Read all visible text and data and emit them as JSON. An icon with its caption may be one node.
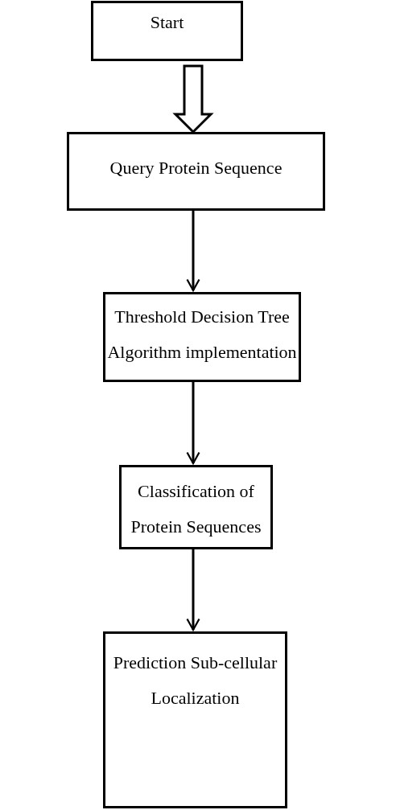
{
  "diagram": {
    "nodes": [
      {
        "text": [
          "Start"
        ]
      },
      {
        "text": [
          "Query Protein Sequence"
        ]
      },
      {
        "text": [
          "Threshold Decision Tree Algorithm implementation"
        ]
      },
      {
        "text": [
          "Classification of Protein Sequences"
        ]
      },
      {
        "text": [
          "Prediction Sub-cellular Localization"
        ]
      }
    ],
    "edges": [
      {
        "from": 0,
        "to": 1,
        "arrow": "to",
        "style": "thick"
      },
      {
        "from": 1,
        "to": 2,
        "arrow": "to"
      },
      {
        "from": 2,
        "to": 3,
        "arrow": "to"
      },
      {
        "from": 3,
        "to": 4,
        "arrow": "to"
      }
    ]
  }
}
